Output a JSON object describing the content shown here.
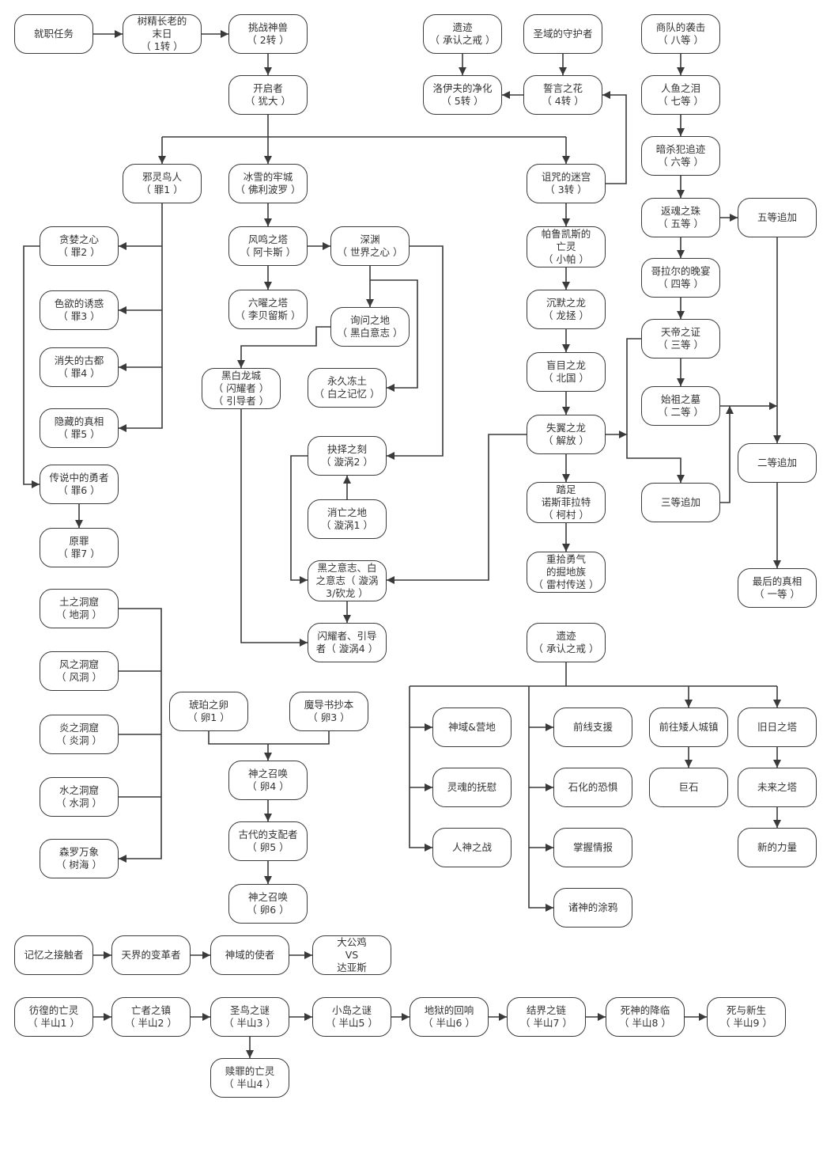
{
  "colors": {
    "line": "#3a3a3a",
    "text": "#333333",
    "background": "#ffffff"
  },
  "nodes": {
    "n1": "就职任务",
    "n2": "树精长老的\n末日\n（ 1转 ）",
    "n3": "挑战神兽\n（ 2转 ）",
    "n4": "开启者\n（ 犹大 ）",
    "n5": "遗迹\n（ 承认之戒 ）",
    "n6": "圣域的守护者",
    "n7": "洛伊夫的净化\n（ 5转 ）",
    "n8": "誓言之花\n（ 4转 ）",
    "n9": "商队的袭击\n（ 八等 ）",
    "n10": "人鱼之泪\n（ 七等 ）",
    "n11": "暗杀犯追迹\n（ 六等 ）",
    "n12": "返魂之珠\n（ 五等 ）",
    "n13": "五等追加",
    "n14": "哥拉尔的晚宴\n（ 四等 ）",
    "n15": "天帝之证\n（ 三等 ）",
    "n16": "始祖之墓\n（ 二等 ）",
    "n17": "三等追加",
    "n18": "二等追加",
    "n19": "最后的真相\n（ 一等 ）",
    "n20": "邪灵鸟人\n（ 罪1 ）",
    "n21": "贪婪之心\n（ 罪2 ）",
    "n22": "色欲的诱惑\n（ 罪3 ）",
    "n23": "消失的古都\n（ 罪4 ）",
    "n24": "隐藏的真相\n（ 罪5 ）",
    "n25": "传说中的勇者\n（ 罪6 ）",
    "n26": "原罪\n（ 罪7 ）",
    "n27": "冰雪的牢城\n（ 佛利波罗 ）",
    "n28": "风鸣之塔\n（ 阿卡斯 ）",
    "n29": "深渊\n（ 世界之心 ）",
    "n30": "六曜之塔\n（ 李贝留斯 ）",
    "n31": "询问之地\n（ 黑白意志 ）",
    "n32": "黑白龙城\n（ 闪耀者 ）\n（ 引导者 ）",
    "n33": "永久冻土\n（ 白之记忆 ）",
    "n34": "抉择之刻\n（ 漩涡2 ）",
    "n35": "消亡之地\n（ 漩涡1 ）",
    "n36": "黑之意志、白\n之意志（ 漩涡\n3/砍龙 ）",
    "n37": "闪耀者、引导\n者（ 漩涡4 ）",
    "n38": "诅咒的迷宫\n（ 3转 ）",
    "n39": "帕鲁凯斯的\n亡灵\n（ 小帕 ）",
    "n40": "沉默之龙\n（ 龙拯 ）",
    "n41": "盲目之龙\n（ 北国 ）",
    "n42": "失翼之龙\n（ 解放 ）",
    "n43": "踏足\n诺斯菲拉特\n（ 柯村 ）",
    "n44": "重拾勇气\n的掘地族\n（ 雷村传送 ）",
    "n45": "土之洞窟\n（ 地洞 ）",
    "n46": "风之洞窟\n（ 风洞 ）",
    "n47": "炎之洞窟\n（ 炎洞 ）",
    "n48": "水之洞窟\n（ 水洞 ）",
    "n49": "森罗万象\n（ 树海 ）",
    "n50": "琥珀之卵\n（ 卵1 ）",
    "n51": "魔导书抄本\n（ 卵3 ）",
    "n52": "神之召唤\n（ 卵4 ）",
    "n53": "古代的支配者\n（ 卵5 ）",
    "n54": "神之召唤\n（ 卵6 ）",
    "n55": "遗迹\n（ 承认之戒 ）",
    "n56": "神域&营地",
    "n57": "灵魂的抚慰",
    "n58": "人神之战",
    "n59": "前线支援",
    "n60": "石化的恐惧",
    "n61": "掌握情报",
    "n62": "诸神的涂鸦",
    "n63": "前往矮人城镇",
    "n64": "巨石",
    "n65": "旧日之塔",
    "n66": "未来之塔",
    "n67": "新的力量",
    "n68": "记忆之接触者",
    "n69": "天界的变革者",
    "n70": "神域的使者",
    "n71": "大公鸡\nVS\n达亚斯",
    "n72": "彷徨的亡灵\n（ 半山1 ）",
    "n73": "亡者之镇\n（ 半山2 ）",
    "n74": "圣鸟之谜\n（ 半山3 ）",
    "n75": "小岛之谜\n（ 半山5 ）",
    "n76": "地狱的回响\n（ 半山6 ）",
    "n77": "结界之链\n（ 半山7 ）",
    "n78": "死神的降临\n（ 半山8 ）",
    "n79": "死与新生\n（ 半山9 ）",
    "n80": "赎罪的亡灵\n（ 半山4 ）"
  }
}
